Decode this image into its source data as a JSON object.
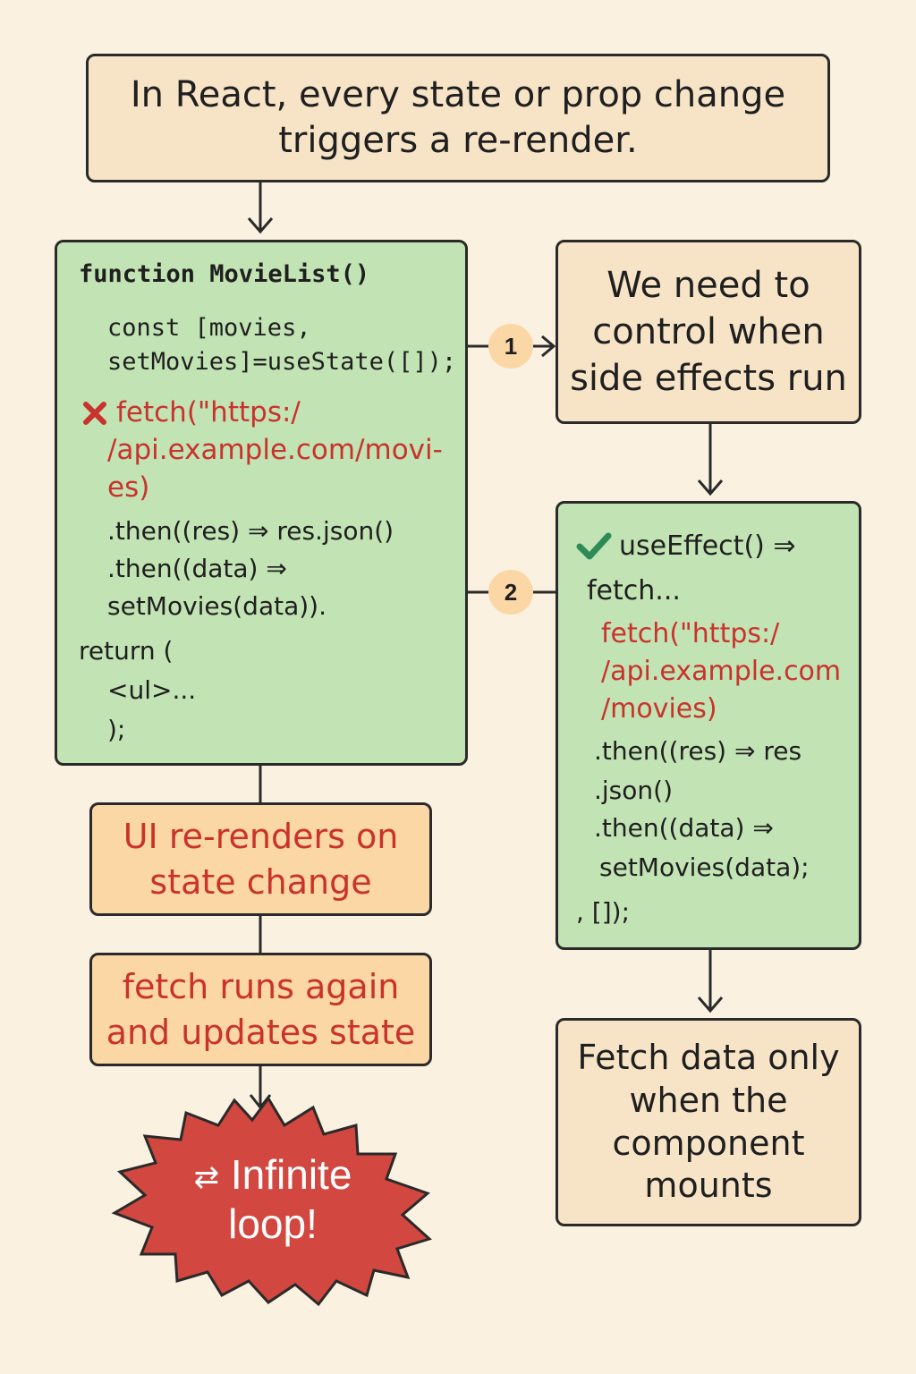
{
  "header": {
    "line1": "In React, every state or prop change",
    "line2": "triggers a re-render."
  },
  "bad_code": {
    "line1": "function MovieList()",
    "line2": "const [movies,",
    "line3": "setMovies]=useState([]);",
    "x_icon": "x-mark-icon",
    "fetch1": "fetch(\"https:/",
    "fetch2": "/api.example.com/movi-",
    "fetch3": "es)",
    "then1": ".then((res) ⇒ res.json()",
    "then2": ".then((data) ⇒",
    "then3": "setMovies(data)).",
    "ret1": "return (",
    "ret2": "<ul>...",
    "ret3": ");"
  },
  "badges": {
    "one": "1",
    "two": "2"
  },
  "control": {
    "line1": "We need to",
    "line2": "control when",
    "line3": "side effects run"
  },
  "good_code": {
    "check_icon": "check-mark-icon",
    "line1": "useEffect() ⇒",
    "line2": "fetch...",
    "fetch1": "fetch(\"https:/",
    "fetch2": "/api.example.com",
    "fetch3": "/movies)",
    "then1": ".then((res) ⇒ res",
    "then2": ".json()",
    "then3": ".then((data) ⇒",
    "then4": "setMovies(data);",
    "end": ", []);"
  },
  "rerender": {
    "line1": "UI re-renders on",
    "line2": "state change"
  },
  "fetch_again": {
    "line1": "fetch runs again",
    "line2": "and updates state"
  },
  "loop": {
    "icon": "loop-arrows-icon",
    "line1": "Infinite",
    "line2": "loop!"
  },
  "mount": {
    "line1": "Fetch data only",
    "line2": "when the",
    "line3": "component",
    "line4": "mounts"
  },
  "colors": {
    "background": "#fbf1e1",
    "beige": "#f7e4c7",
    "green": "#c2e3b4",
    "orange": "#fbd7a6",
    "red_text": "#c9332c",
    "burst": "#d2473f"
  }
}
